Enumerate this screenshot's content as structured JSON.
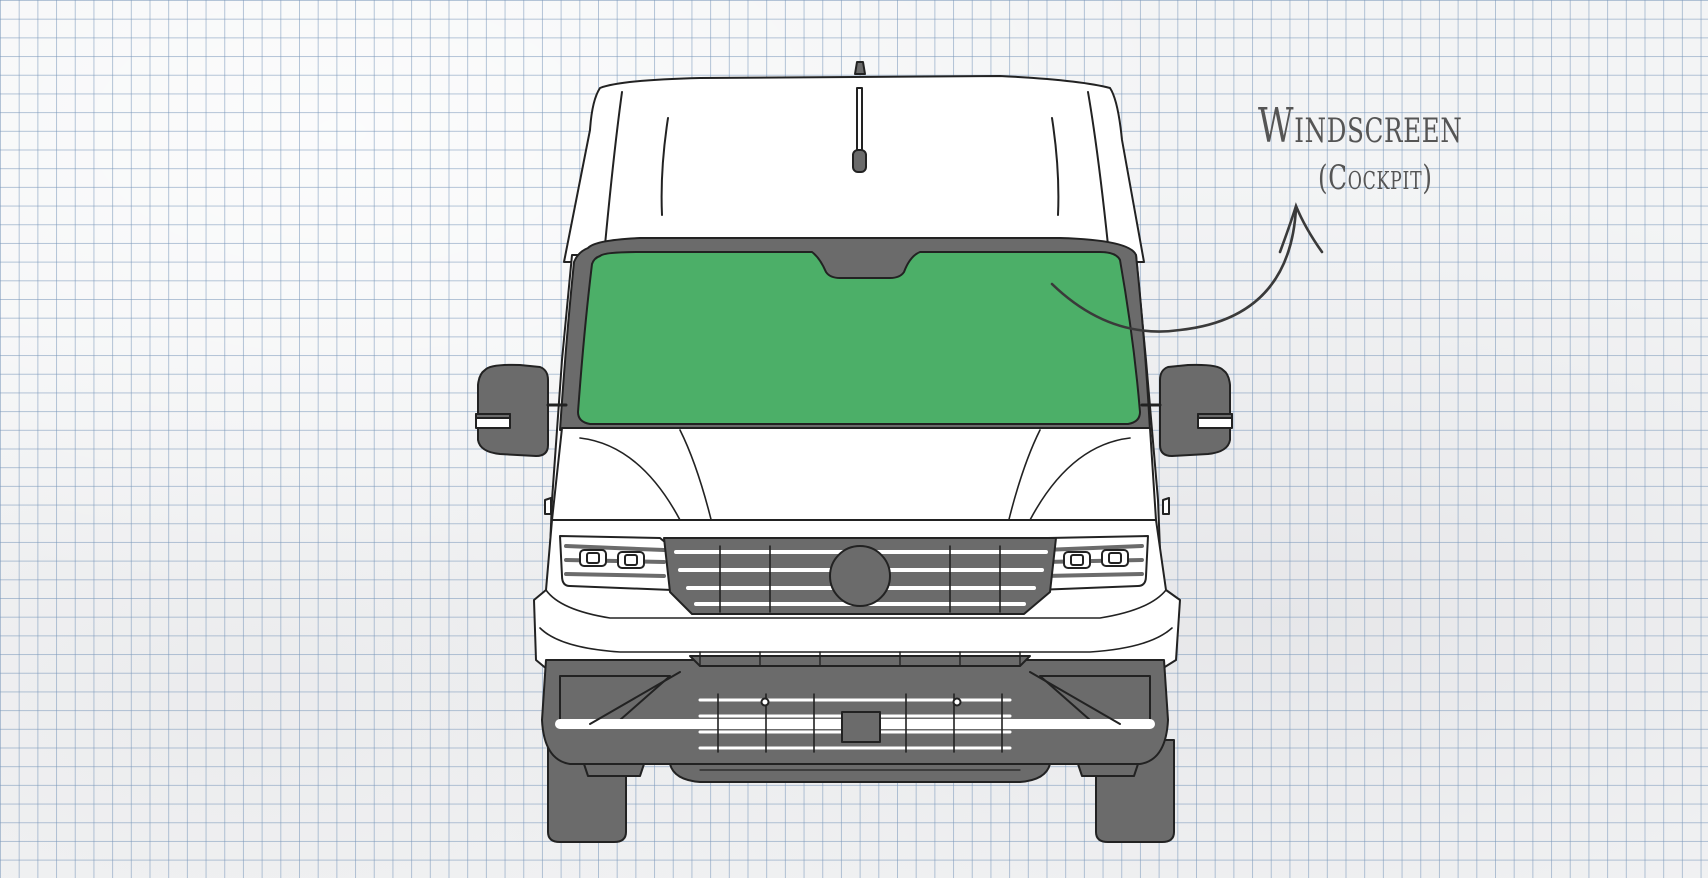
{
  "diagram": {
    "subject": "van-front-view",
    "highlight": {
      "part": "windscreen",
      "color": "#4caf68"
    },
    "body_color": "#ffffff",
    "trim_color": "#6b6b6b",
    "outline_color": "#222222",
    "callout": {
      "title": "Windscreen",
      "subtitle": "(Cockpit)",
      "arrow_color": "#3a3a3a"
    }
  }
}
